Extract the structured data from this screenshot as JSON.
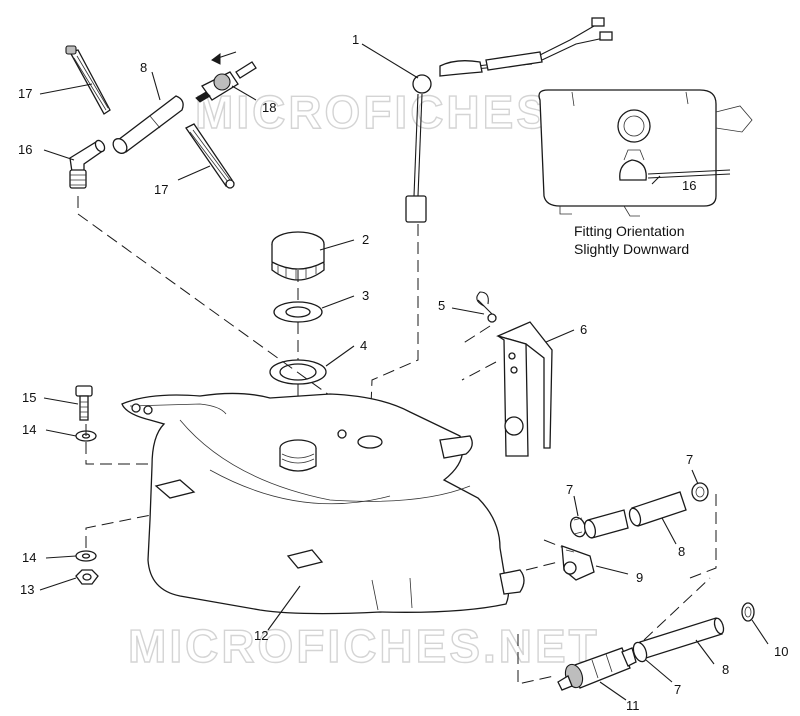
{
  "watermark_text": "MICROFICHES.NET",
  "inset_caption": {
    "line1": "Fitting Orientation",
    "line2": "Slightly Downward"
  },
  "callouts": {
    "c1": "1",
    "c2": "2",
    "c3": "3",
    "c4": "4",
    "c5": "5",
    "c6": "6",
    "c7a": "7",
    "c7b": "7",
    "c7c": "7",
    "c8a": "8",
    "c8b": "8",
    "c8c": "8",
    "c9": "9",
    "c10": "10",
    "c11": "11",
    "c12": "12",
    "c13": "13",
    "c14a": "14",
    "c14b": "14",
    "c15": "15",
    "c16a": "16",
    "c16b": "16",
    "c17a": "17",
    "c17b": "17",
    "c18": "18"
  }
}
